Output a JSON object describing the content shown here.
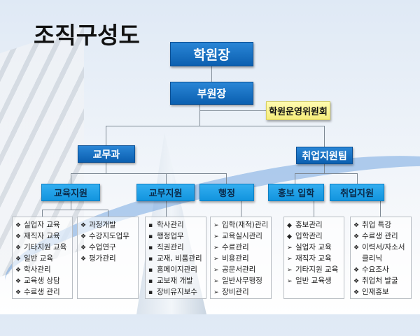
{
  "title": "조직구성도",
  "nodes": {
    "director": "학원장",
    "vice_director": "부원장",
    "committee": "학원운영위원회",
    "academic_dept": "교무과",
    "employment_team": "취업지원팀",
    "edu_support": "교육지원",
    "academic_support": "교무지원",
    "admin": "행정",
    "pr_admission": "홍보 입학",
    "job_support": "취업지원"
  },
  "lists": [
    {
      "items": [
        {
          "m": "❖",
          "t": "실업자 교육"
        },
        {
          "m": "❖",
          "t": "재직자 교육"
        },
        {
          "m": "❖",
          "t": "기타지원 교육"
        },
        {
          "m": "❖",
          "t": "일반 교육"
        },
        {
          "m": "❖",
          "t": "학사관리"
        },
        {
          "m": "❖",
          "t": "교육생 상담"
        },
        {
          "m": "❖",
          "t": "수료생 관리"
        }
      ]
    },
    {
      "items": [
        {
          "m": "❖",
          "t": "과정개발"
        },
        {
          "m": "❖",
          "t": "수강지도업무"
        },
        {
          "m": "❖",
          "t": "수업연구"
        },
        {
          "m": "❖",
          "t": "평가관리"
        }
      ]
    },
    {
      "items": [
        {
          "m": "▪",
          "t": "학사관리"
        },
        {
          "m": "▪",
          "t": "행정업무"
        },
        {
          "m": "▪",
          "t": "직권관리"
        },
        {
          "m": "▪",
          "t": "교재, 비품관리"
        },
        {
          "m": "▪",
          "t": "홈페이지관리"
        },
        {
          "m": "▪",
          "t": "교보재 개발"
        },
        {
          "m": "▪",
          "t": "장비유지보수"
        }
      ]
    },
    {
      "items": [
        {
          "m": "➢",
          "t": "입학(재적)관리"
        },
        {
          "m": "➢",
          "t": "교육실시관리"
        },
        {
          "m": "➢",
          "t": "수료관리"
        },
        {
          "m": "➢",
          "t": "비용관리"
        },
        {
          "m": "➢",
          "t": "공문서관리"
        },
        {
          "m": "➢",
          "t": "일반사무행정"
        },
        {
          "m": "➢",
          "t": "장비관리"
        }
      ]
    },
    {
      "items": [
        {
          "m": "◆",
          "t": "홍보관리"
        },
        {
          "m": "◆",
          "t": "입학관리"
        },
        {
          "m": "➢",
          "t": "실업자 교육"
        },
        {
          "m": "➢",
          "t": "재직자 교육"
        },
        {
          "m": "➢",
          "t": "기타지원 교육"
        },
        {
          "m": "➢",
          "t": "일반 교육생"
        }
      ]
    },
    {
      "items": [
        {
          "m": "❖",
          "t": "취업 특강"
        },
        {
          "m": "❖",
          "t": "수료생 관리"
        },
        {
          "m": "❖",
          "t": "이력서/자소서"
        },
        {
          "m": "",
          "t": "클리닉"
        },
        {
          "m": "❖",
          "t": "수요조사"
        },
        {
          "m": "❖",
          "t": "취업처 발굴"
        },
        {
          "m": "❖",
          "t": "인재홍보"
        }
      ]
    }
  ]
}
